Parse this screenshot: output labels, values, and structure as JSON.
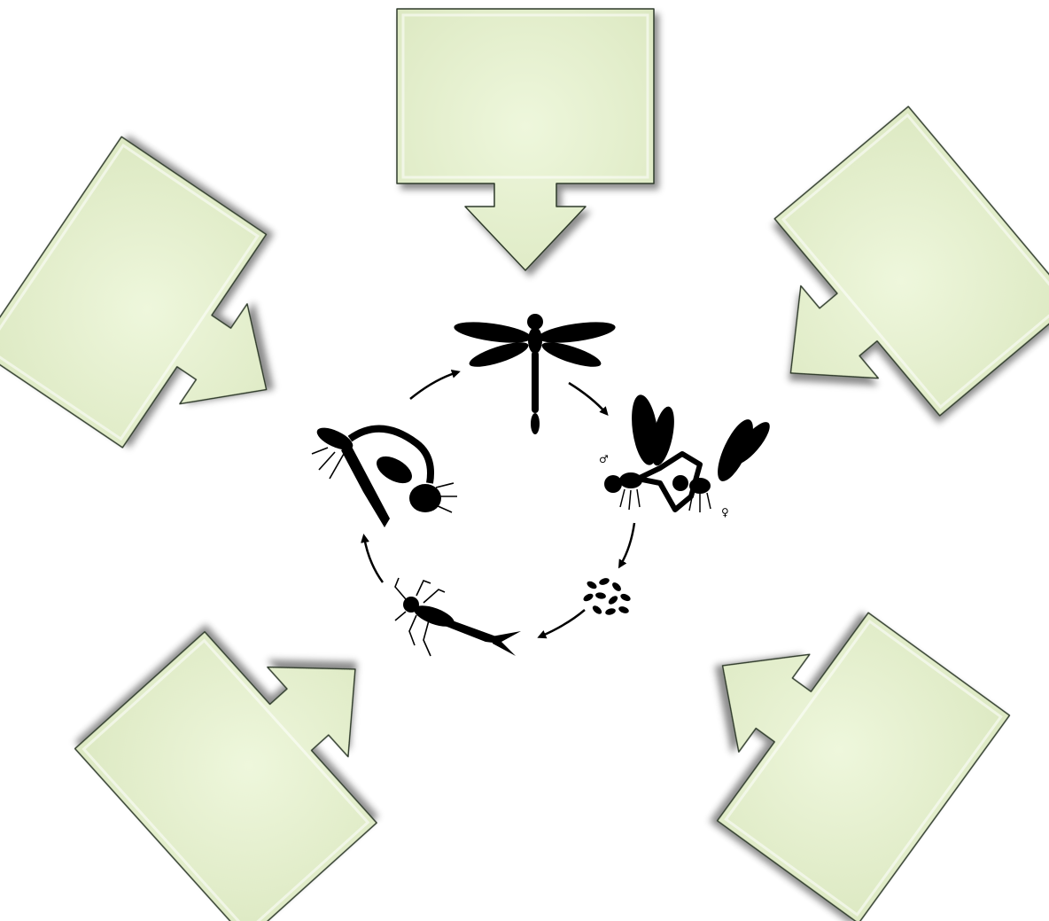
{
  "diagram": {
    "title": "",
    "callout_boxes": [
      {
        "id": "top",
        "label": ""
      },
      {
        "id": "upper-right",
        "label": ""
      },
      {
        "id": "lower-right",
        "label": ""
      },
      {
        "id": "lower-left",
        "label": ""
      },
      {
        "id": "upper-left",
        "label": ""
      }
    ],
    "lifecycle": {
      "stages": [
        "adult-dragonfly",
        "mating-pair",
        "eggs",
        "nymph",
        "emerging-adult"
      ],
      "symbols": {
        "male": "♂",
        "female": "♀"
      }
    },
    "colors": {
      "box_fill": "#e6f2cc",
      "box_fill_center": "#edf6d8",
      "box_edge": "#b7c9a2",
      "silhouette": "#000000",
      "background": "#ffffff"
    }
  }
}
